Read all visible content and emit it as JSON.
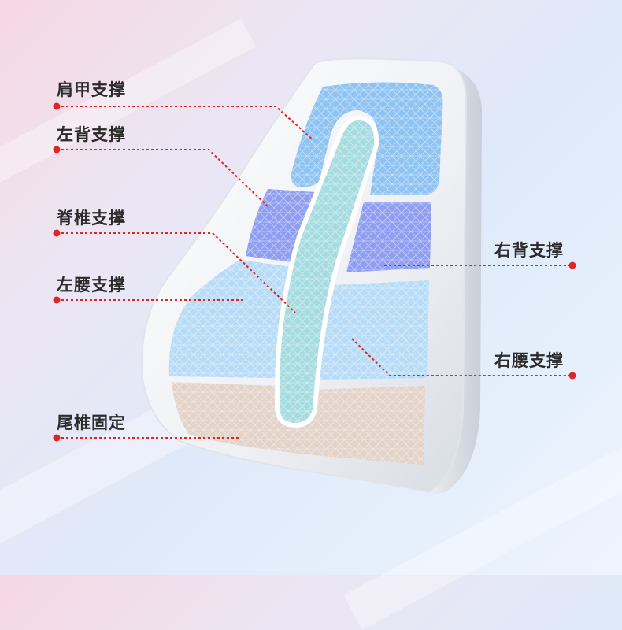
{
  "labels": {
    "shoulder": "肩甲支撑",
    "left_back": "左背支撑",
    "spine": "脊椎支撑",
    "left_waist": "左腰支撑",
    "tailbone": "尾椎固定",
    "right_back": "右背支撑",
    "right_waist": "右腰支撑"
  },
  "colors": {
    "leader_line": "#e02525",
    "shoulder_zone": "#8fc4f2",
    "back_zone": "#8f9ef0",
    "spine_zone": "#a6dce0",
    "waist_zone": "#b8dcf7",
    "tailbone_zone": "#e3d3c8",
    "cushion_frame": "#f4f5f8"
  }
}
